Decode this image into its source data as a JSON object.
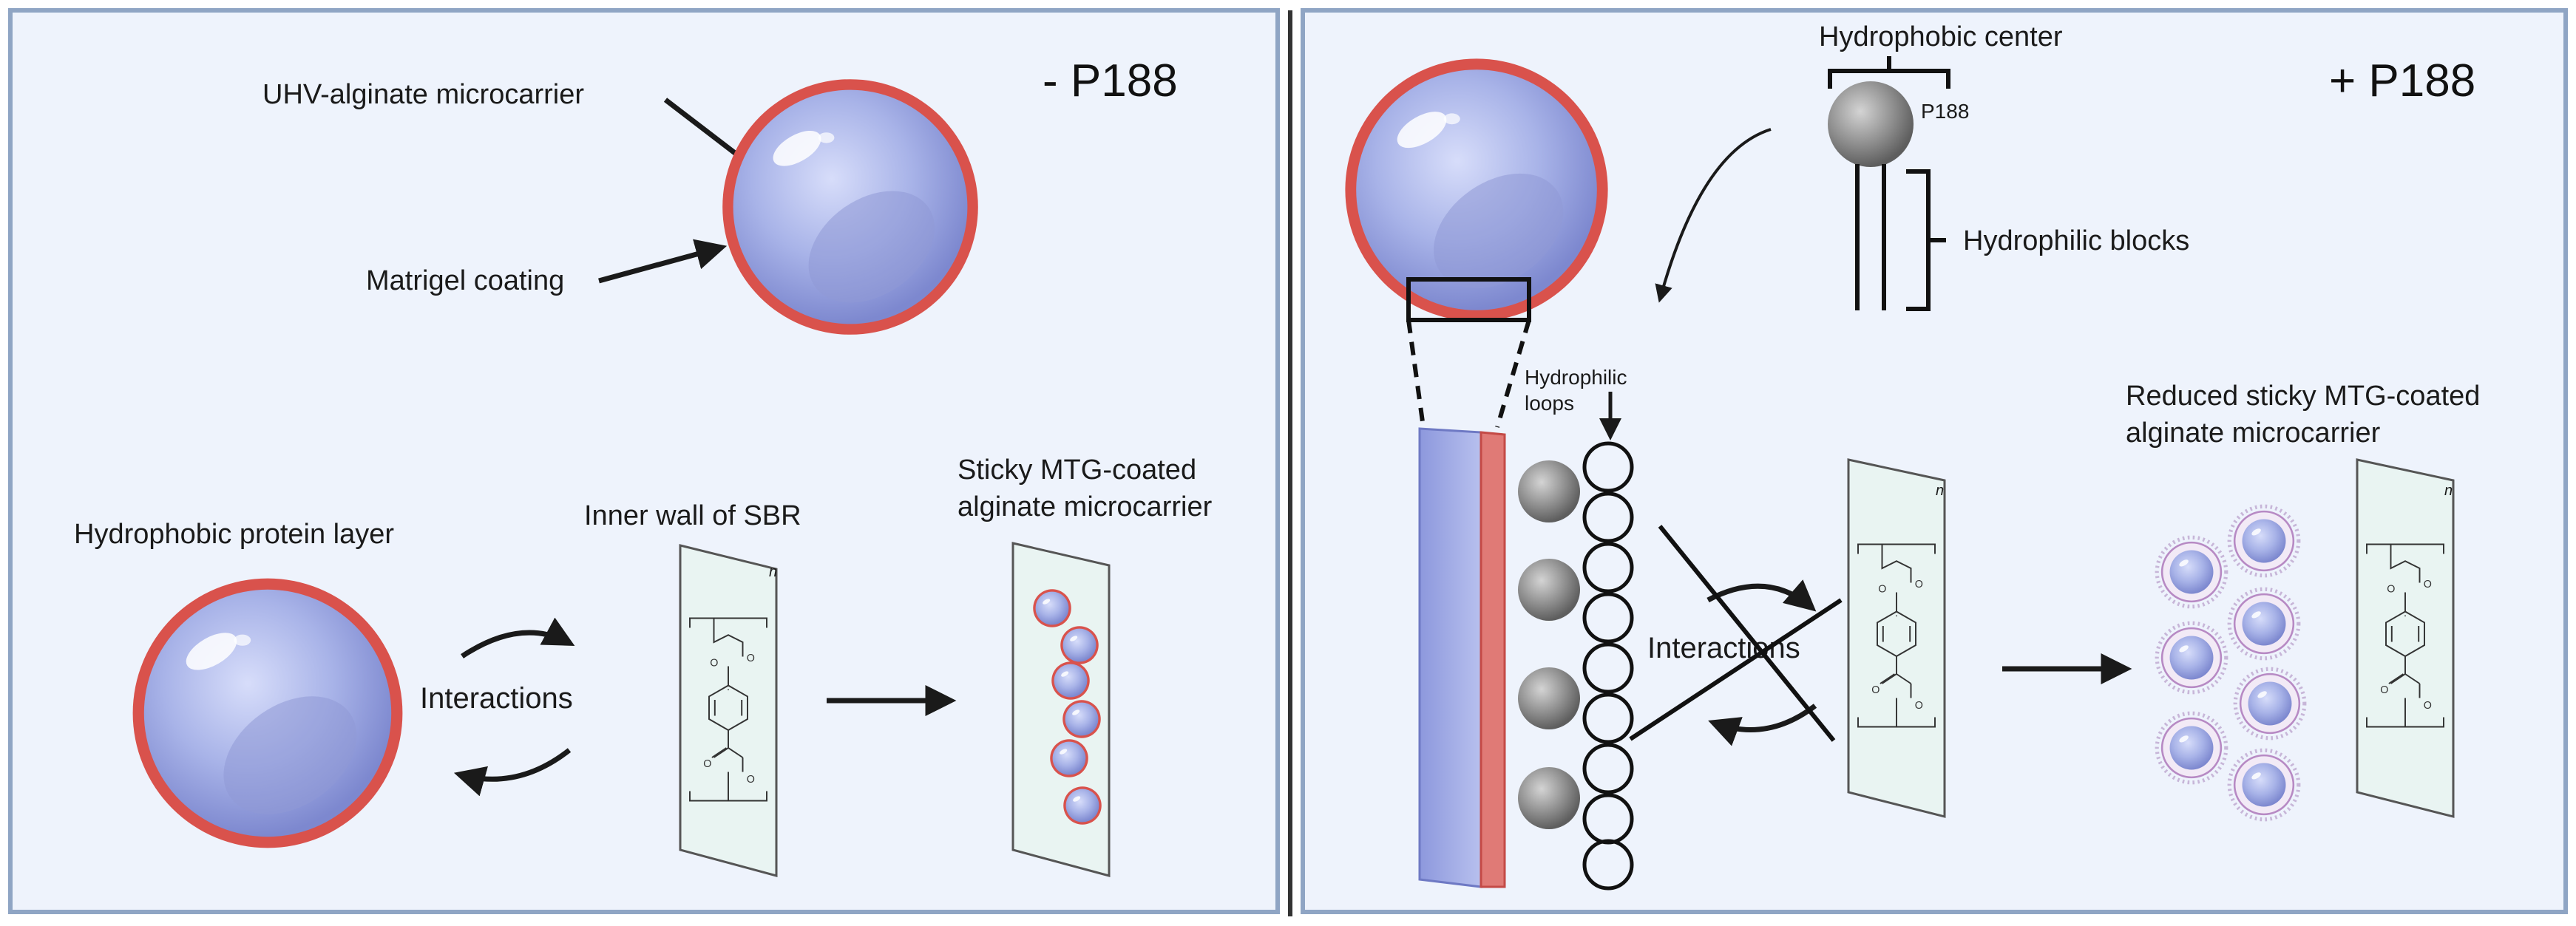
{
  "colors": {
    "panel_fill": "#eef3fc",
    "panel_border": "#8fa5c4",
    "divider": "#333333",
    "sphere_core": "#a8b3e8",
    "sphere_rim": "#d9524c",
    "bead_gray": "#8a8a8a",
    "sheet_fill": "#e9f4f2",
    "arrow": "#1a1a1a"
  },
  "left_panel": {
    "condition_label": "- P188",
    "microcarrier_label": "UHV-alginate microcarrier",
    "coating_label": "Matrigel coating",
    "protein_layer_label": "Hydrophobic protein layer",
    "interactions_label": "Interactions",
    "wall_label": "Inner wall of SBR",
    "sticky_label_line1": "Sticky MTG-coated",
    "sticky_label_line2": "alginate microcarrier",
    "polymer_subscript": "n"
  },
  "right_panel": {
    "condition_label": "+ P188",
    "hydrophobic_center_label": "Hydrophobic center",
    "p188_label": "P188",
    "hydrophilic_blocks_label": "Hydrophilic blocks",
    "hydrophilic_loops_line1": "Hydrophilic",
    "hydrophilic_loops_line2": "loops",
    "interactions_label": "Interactions",
    "reduced_label_line1": "Reduced sticky MTG-coated",
    "reduced_label_line2": "alginate microcarrier",
    "polymer_subscript": "n"
  }
}
